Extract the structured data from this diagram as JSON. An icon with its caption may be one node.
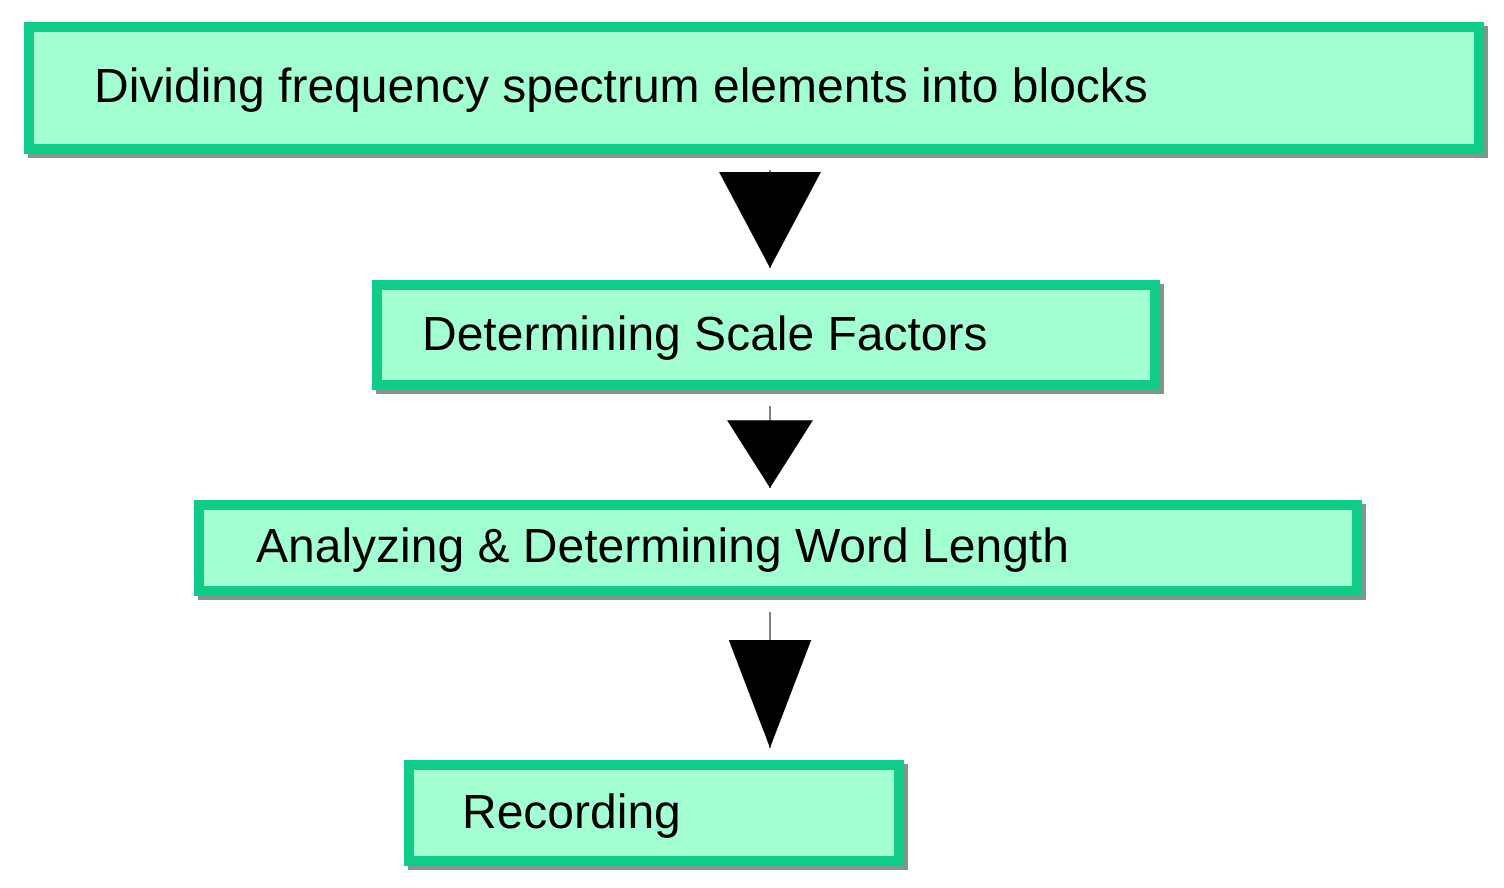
{
  "diagram": {
    "nodes": [
      {
        "text": [
          "Dividing frequency spectrum elements into blocks"
        ]
      },
      {
        "text": [
          "Determining Scale Factors"
        ]
      },
      {
        "text": [
          "Analyzing & Determining Word Length"
        ]
      },
      {
        "text": [
          "Recording"
        ]
      }
    ],
    "edges": [
      {
        "from": 0,
        "to": 1,
        "arrow": "to"
      },
      {
        "from": 1,
        "to": 2,
        "arrow": "to"
      },
      {
        "from": 2,
        "to": 3,
        "arrow": "to"
      }
    ]
  }
}
